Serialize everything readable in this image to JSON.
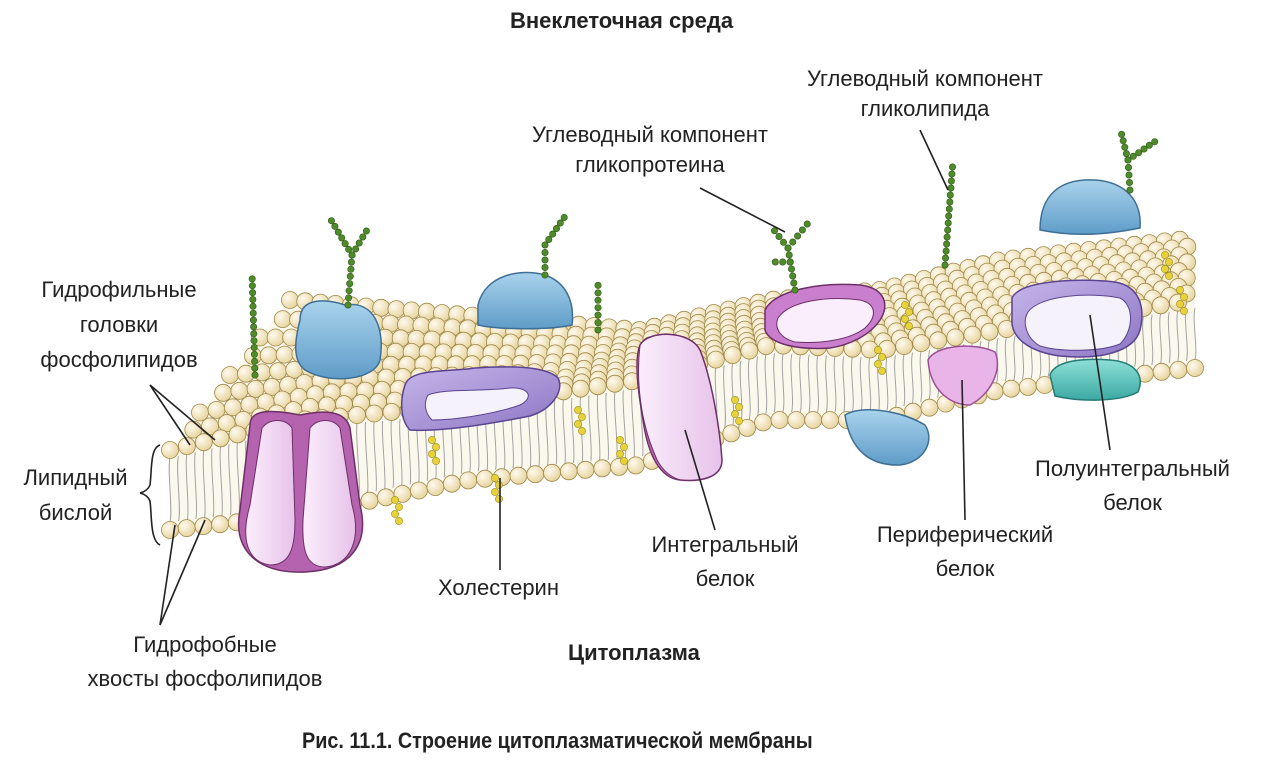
{
  "labels": {
    "extracellular": "Внеклеточная среда",
    "glycolipid_carb": [
      "Углеводный компонент",
      "гликолипида"
    ],
    "glycoprotein_carb": [
      "Углеводный компонент",
      "гликопротеина"
    ],
    "hydrophilic_heads": [
      "Гидрофильные",
      "головки",
      "фосфолипидов"
    ],
    "lipid_bilayer": [
      "Липидный",
      "бислой"
    ],
    "hydrophobic_tails": [
      "Гидрофобные",
      "хвосты фосфолипидов"
    ],
    "cholesterol": "Холестерин",
    "integral_protein": [
      "Интегральный",
      "белок"
    ],
    "peripheral_protein": [
      "Периферический",
      "белок"
    ],
    "semi_integral_protein": [
      "Полуинтегральный",
      "белок"
    ],
    "cytoplasm": "Цитоплазма"
  },
  "caption": "Рис. 11.1. Строение цитоплазматической мембраны",
  "colors": {
    "head_fill": "#f3e6bf",
    "head_stroke": "#a08a4a",
    "tail": "#9a9a9a",
    "protein_blue": "#7fb3d6",
    "protein_purple": "#a98fd0",
    "protein_pink": "#e8b6e6",
    "protein_magenta": "#b05aa8",
    "protein_teal": "#5ec5be",
    "sugar": "#4f8a2b",
    "cholesterol": "#e8d23a"
  }
}
